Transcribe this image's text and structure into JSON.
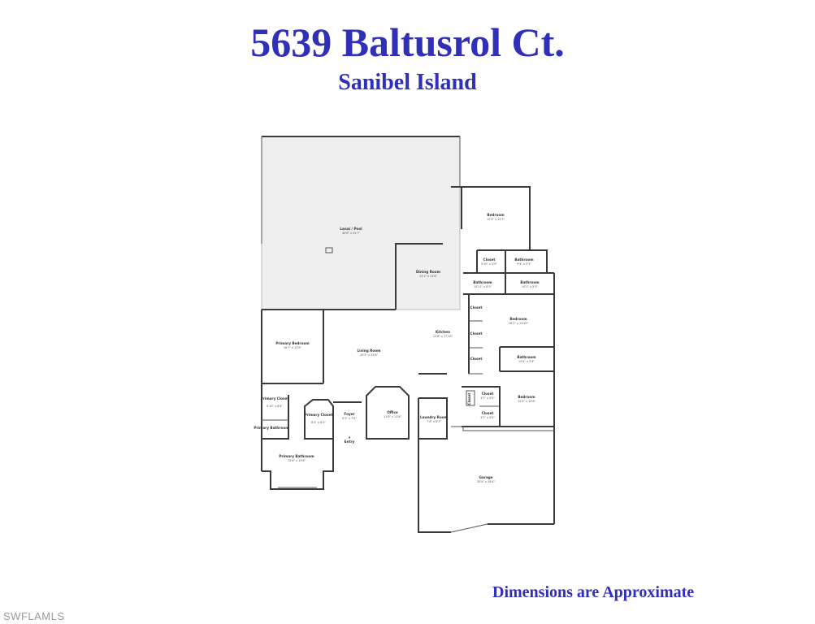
{
  "header": {
    "address": "5639 Baltusrol Ct.",
    "city": "Sanibel Island"
  },
  "footer": {
    "note": "Dimensions are Approximate"
  },
  "watermark": "SWFLAMLS",
  "colors": {
    "title_blue": "#2f2fb8",
    "wall": "#3a3a3a",
    "lanai_fill": "#efefef"
  },
  "rooms": {
    "lanai": {
      "name": "Lanai / Pool",
      "dims": "40'8\" x 41'7\""
    },
    "bedroom_1": {
      "name": "Bedroom",
      "dims": "15'4\" x 15'2\""
    },
    "closet_1": {
      "name": "Closet",
      "dims": "5'10\" x 3'9\""
    },
    "bathroom_1": {
      "name": "Bathroom",
      "dims": "9'4\" x 5'3\""
    },
    "dining": {
      "name": "Dining Room",
      "dims": "13'1\" x 13'8\""
    },
    "bathroom_2": {
      "name": "Bathroom",
      "dims": "10'11\" x 8'3\""
    },
    "bathroom_3": {
      "name": "Bathroom",
      "dims": "10'1\" x 5'3\""
    },
    "closet_a": {
      "name": "Closet",
      "dims": ""
    },
    "bedroom_2": {
      "name": "Bedroom",
      "dims": "16'2\" x 11'10\""
    },
    "closet_b": {
      "name": "Closet",
      "dims": ""
    },
    "closet_c": {
      "name": "Closet",
      "dims": ""
    },
    "primary_bedroom": {
      "name": "Primary Bedroom",
      "dims": "16'7\" x 17'8\""
    },
    "living": {
      "name": "Living Room",
      "dims": "20'3\" x 25'8\""
    },
    "kitchen": {
      "name": "Kitchen",
      "dims": "12'8\" x 17'10\""
    },
    "bathroom_4": {
      "name": "Bathroom",
      "dims": "10'4\" x 5'4\""
    },
    "closet_d": {
      "name": "Closet",
      "dims": "3'7\" x 3'0\""
    },
    "closet_e": {
      "name": "Closet",
      "dims": "3'7\" x 3'0\""
    },
    "closet_f": {
      "name": "Closet",
      "dims": ""
    },
    "bedroom_3": {
      "name": "Bedroom",
      "dims": "12'0\" x 13'6\""
    },
    "primary_closet_1": {
      "name": "Primary Closet",
      "dims": "5'10\" x 8'4\""
    },
    "primary_closet_2": {
      "name": "Primary Closet",
      "dims": "8'4\" x 8'2\""
    },
    "foyer": {
      "name": "Foyer",
      "dims": "9'3\" x 7'6\""
    },
    "office": {
      "name": "Office",
      "dims": "11'8\" x 11'8\""
    },
    "laundry": {
      "name": "Laundry Room",
      "dims": "7'6\" x 8'7\""
    },
    "primary_bath_small": {
      "name": "Primary Bathroom",
      "dims": ""
    },
    "primary_bathroom": {
      "name": "Primary Bathroom",
      "dims": "15'8\" x 15'8\""
    },
    "entry": {
      "name": "Entry",
      "dims": ""
    },
    "garage": {
      "name": "Garage",
      "dims": "30'4\" x 28'4\""
    }
  }
}
